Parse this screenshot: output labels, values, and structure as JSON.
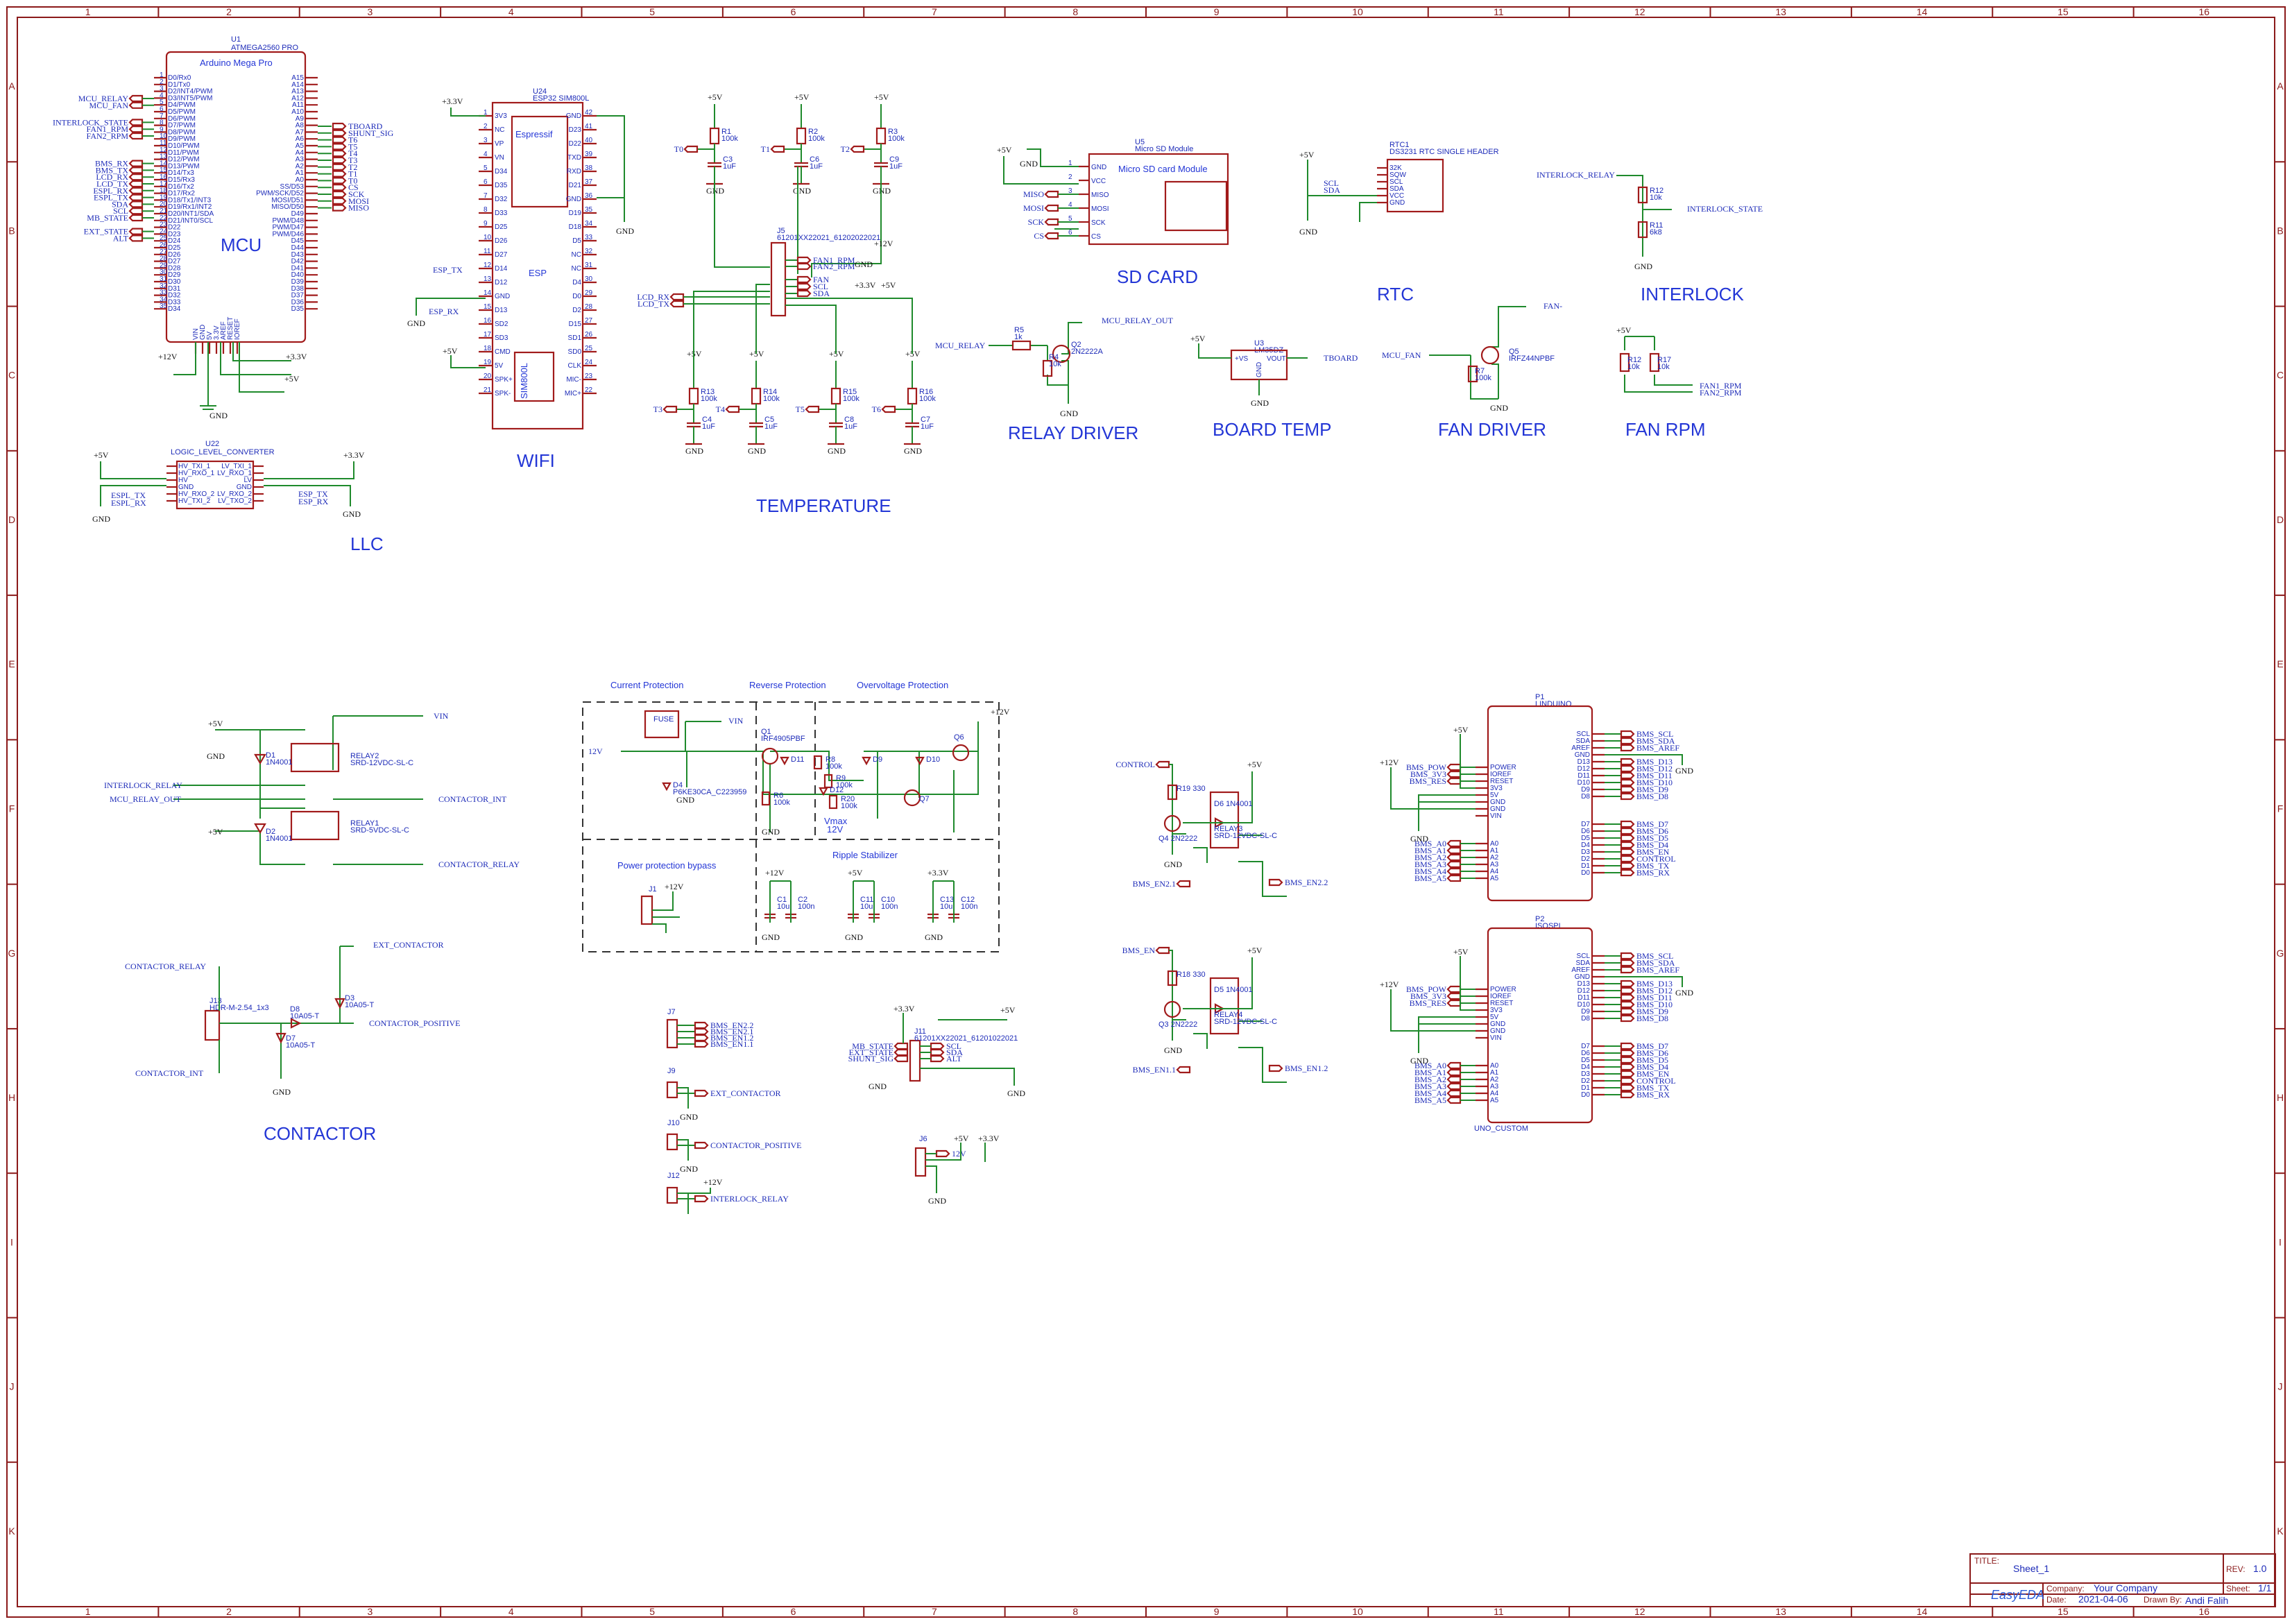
{
  "zones": {
    "columns": [
      "1",
      "2",
      "3",
      "4",
      "5",
      "6",
      "7",
      "8",
      "9",
      "10",
      "11",
      "12",
      "13",
      "14",
      "15",
      "16"
    ],
    "rows": [
      "A",
      "B",
      "C",
      "D",
      "E",
      "F",
      "G",
      "H",
      "I",
      "J",
      "K"
    ]
  },
  "blocks": {
    "mcu": {
      "title": "MCU",
      "designator": "U1",
      "part": "ATMEGA2560 PRO",
      "label": "Arduino Mega Pro",
      "left_nets": [
        "MCU_RELAY",
        "MCU_FAN",
        "INTERLOCK_STATE",
        "FAN1_RPM",
        "FAN2_RPM",
        "BMS_RX",
        "BMS_TX",
        "LCD_RX",
        "LCD_TX",
        "ESPL_RX",
        "ESPL_TX",
        "SDA",
        "SCL",
        "MB_STATE",
        "EXT_STATE",
        "ALT"
      ],
      "left_pins": [
        "D0/Rx0",
        "D1/Tx0",
        "D2/INT4/PWM",
        "D3/INT5/PWM",
        "D4/PWM",
        "D5/PWM",
        "D6/PWM",
        "D7/PWM",
        "D8/PWM",
        "D9/PWM",
        "D10/PWM",
        "D11/PWM",
        "D12/PWM",
        "D13/PWM",
        "D14/Tx3",
        "D15/Rx3",
        "D16/Tx2",
        "D17/Rx2",
        "D18/Tx1/INT3",
        "D19/Rx1/INT2",
        "D20/INT1/SDA",
        "D21/INT0/SCL",
        "D22",
        "D23",
        "D24",
        "D25",
        "D26",
        "D27",
        "D28",
        "D29",
        "D30",
        "D31",
        "D32",
        "D33",
        "D34"
      ],
      "right_pins": [
        "A15",
        "A14",
        "A13",
        "A12",
        "A11",
        "A10",
        "A9",
        "A8",
        "A7",
        "A6",
        "A5",
        "A4",
        "A3",
        "A2",
        "A1",
        "A0",
        "SS/D53",
        "PWM/SCK/D52",
        "MOSI/D51",
        "MISO/D50",
        "D49",
        "PWM/D48",
        "PWM/D47",
        "PWM/D46",
        "D45",
        "D44",
        "D43",
        "D42",
        "D41",
        "D40",
        "D39",
        "D38",
        "D37",
        "D36",
        "D35"
      ],
      "right_nets": [
        "TBOARD",
        "SHUNT_SIG",
        "T6",
        "T5",
        "T4",
        "T3",
        "T2",
        "T1",
        "T0",
        "CS",
        "SCK",
        "MOSI",
        "MISO"
      ],
      "bottom_pins": [
        "VIN",
        "GND",
        "5V",
        "3.3V",
        "AREF",
        "RESET",
        "IOREF"
      ],
      "power": [
        "+12V",
        "+3.3V",
        "+5V",
        "GND"
      ]
    },
    "wifi": {
      "title": "WIFI",
      "designator": "U24",
      "part": "ESP32 SIM800L",
      "labels": [
        "Espressif",
        "ESP",
        "SIM800L"
      ],
      "left_pins": [
        "3V3",
        "NC",
        "VP",
        "VN",
        "D34",
        "D35",
        "D32",
        "D33",
        "D25",
        "D26",
        "D27",
        "D14",
        "D12",
        "GND",
        "D13",
        "SD2",
        "SD3",
        "CMD",
        "5V",
        "SPK+",
        "SPK-"
      ],
      "right_pins": [
        "GND",
        "D23",
        "D22",
        "TXD",
        "RXD",
        "D21",
        "GND",
        "D19",
        "D18",
        "D5",
        "NC",
        "NC",
        "D4",
        "D0",
        "D2",
        "D15",
        "SD1",
        "SD0",
        "CLK",
        "MIC-",
        "MIC+"
      ],
      "nets": [
        "ESP_TX",
        "ESP_RX"
      ],
      "power": [
        "+3.3V",
        "+5V",
        "GND"
      ]
    },
    "llc": {
      "title": "LLC",
      "designator": "U22",
      "part": "LOGIC_LEVEL_CONVERTER",
      "left_pins": [
        "HV_TXI_1",
        "HV_RXO_1",
        "HV",
        "GND",
        "HV_RXO_2",
        "HV_TXI_2"
      ],
      "right_pins": [
        "LV_TXI_1",
        "LV_RXO_1",
        "LV",
        "GND",
        "LV_RXO_2",
        "LV_TXO_2"
      ],
      "nets": [
        "ESPL_TX",
        "ESPL_RX",
        "ESP_TX",
        "ESP_RX"
      ],
      "power": [
        "+5V",
        "+3.3V",
        "GND"
      ]
    },
    "temperature": {
      "title": "TEMPERATURE",
      "connector": "J5",
      "connector_part": "61201XX22021_61202022021",
      "sensors": [
        {
          "net": "T0",
          "r": "R1",
          "rv": "100k",
          "c": "C3",
          "cv": "1uF"
        },
        {
          "net": "T1",
          "r": "R2",
          "rv": "100k",
          "c": "C6",
          "cv": "1uF"
        },
        {
          "net": "T2",
          "r": "R3",
          "rv": "100k",
          "c": "C9",
          "cv": "1uF"
        },
        {
          "net": "T3",
          "r": "R13",
          "rv": "100k",
          "c": "C4",
          "cv": "1uF"
        },
        {
          "net": "T4",
          "r": "R14",
          "rv": "100k",
          "c": "C5",
          "cv": "1uF"
        },
        {
          "net": "T5",
          "r": "R15",
          "rv": "100k",
          "c": "C8",
          "cv": "1uF"
        },
        {
          "net": "T6",
          "r": "R16",
          "rv": "100k",
          "c": "C7",
          "cv": "1uF"
        }
      ],
      "nets": [
        "FAN1_RPM",
        "FAN2_RPM",
        "FAN",
        "SCL",
        "SDA",
        "LCD_RX",
        "LCD_TX"
      ],
      "power": [
        "+5V",
        "+12V",
        "+3.3V",
        "GND"
      ]
    },
    "sdcard": {
      "title": "SD CARD",
      "designator": "U5",
      "part": "Micro SD Module",
      "label": "Micro SD card Module",
      "pins": [
        "GND",
        "VCC",
        "MISO",
        "MOSI",
        "SCK",
        "CS"
      ],
      "nets": [
        "MISO",
        "MOSI",
        "SCK",
        "CS"
      ],
      "power": [
        "+5V",
        "GND"
      ]
    },
    "rtc": {
      "title": "RTC",
      "designator": "RTC1",
      "part": "DS3231 RTC SINGLE HEADER",
      "pins": [
        "32K",
        "SQW",
        "SCL",
        "SDA",
        "VCC",
        "GND"
      ],
      "nets": [
        "SCL",
        "SDA"
      ],
      "power": [
        "+5V",
        "GND"
      ]
    },
    "interlock": {
      "title": "INTERLOCK",
      "nets": [
        "INTERLOCK_RELAY",
        "INTERLOCK_STATE"
      ],
      "parts": [
        {
          "ref": "R12",
          "value": "10k"
        },
        {
          "ref": "R11",
          "value": "6k8"
        }
      ],
      "power": [
        "GND"
      ]
    },
    "relay_driver": {
      "title": "RELAY DRIVER",
      "parts": [
        {
          "ref": "R5",
          "value": "1k"
        },
        {
          "ref": "R4",
          "value": "10k"
        },
        {
          "ref": "Q2",
          "value": "2N2222A"
        }
      ],
      "nets": [
        "MCU_RELAY",
        "MCU_RELAY_OUT"
      ],
      "power": [
        "GND"
      ]
    },
    "board_temp": {
      "title": "BOARD TEMP",
      "designator": "U3",
      "part": "LM35DZ",
      "pins": [
        "+VS",
        "VOUT",
        "GND"
      ],
      "nets": [
        "TBOARD"
      ],
      "power": [
        "+5V",
        "GND"
      ]
    },
    "fan_driver": {
      "title": "FAN DRIVER",
      "parts": [
        {
          "ref": "Q5",
          "value": "IRFZ44NPBF"
        },
        {
          "ref": "R7",
          "value": "100k"
        }
      ],
      "nets": [
        "MCU_FAN",
        "FAN-"
      ],
      "power": [
        "GND"
      ]
    },
    "fan_rpm": {
      "title": "FAN RPM",
      "parts": [
        {
          "ref": "R12",
          "value": "10k"
        },
        {
          "ref": "R17",
          "value": "10k"
        }
      ],
      "nets": [
        "FAN1_RPM",
        "FAN2_RPM"
      ],
      "power": [
        "+5V"
      ]
    },
    "protection": {
      "sections": [
        "Current Protection",
        "Reverse Protection",
        "Overvoltage Protection",
        "Power protection bypass",
        "Ripple Stabilizer"
      ],
      "fuse": "FUSE",
      "vmax": "Vmax",
      "vmax_value": "12V",
      "parts": [
        {
          "ref": "D4",
          "value": "P6KE30CA_C223959"
        },
        {
          "ref": "Q1",
          "value": "IRF4905PBF"
        },
        {
          "ref": "D11",
          "value": ""
        },
        {
          "ref": "R8",
          "value": "100k"
        },
        {
          "ref": "R6",
          "value": "100k"
        },
        {
          "ref": "R9",
          "value": "100k"
        },
        {
          "ref": "R20",
          "value": "100k"
        },
        {
          "ref": "D9",
          "value": ""
        },
        {
          "ref": "D12",
          "value": ""
        },
        {
          "ref": "D10",
          "value": ""
        },
        {
          "ref": "Q6",
          "value": ""
        },
        {
          "ref": "Q7",
          "value": ""
        },
        {
          "ref": "C1",
          "value": "10u"
        },
        {
          "ref": "C2",
          "value": "100n"
        },
        {
          "ref": "C11",
          "value": "10u"
        },
        {
          "ref": "C10",
          "value": "100n"
        },
        {
          "ref": "C13",
          "value": "10u"
        },
        {
          "ref": "C12",
          "value": "100n"
        },
        {
          "ref": "J1",
          "value": ""
        }
      ],
      "nets": [
        "12V",
        "VIN"
      ],
      "power": [
        "+12V",
        "+5V",
        "+3.3V",
        "GND"
      ]
    },
    "contactor": {
      "title": "CONTACTOR",
      "relays": [
        {
          "ref": "RELAY2",
          "value": "SRD-12VDC-SL-C"
        },
        {
          "ref": "RELAY1",
          "value": "SRD-5VDC-SL-C"
        }
      ],
      "diodes": [
        {
          "ref": "D1",
          "value": "1N4001"
        },
        {
          "ref": "D2",
          "value": "1N4001"
        }
      ],
      "connector": {
        "ref": "J13",
        "value": "HDR-M-2.54_1x3"
      },
      "tvs": [
        {
          "ref": "D8",
          "value": "10A05-T"
        },
        {
          "ref": "D3",
          "value": "10A05-T"
        },
        {
          "ref": "D7",
          "value": "10A05-T"
        }
      ],
      "nets": [
        "VIN",
        "INTERLOCK_RELAY",
        "MCU_RELAY_OUT",
        "CONTACTOR_INT",
        "CONTACTOR_RELAY",
        "EXT_CONTACTOR",
        "CONTACTOR_POSITIVE"
      ],
      "power": [
        "+5V",
        "GND"
      ]
    },
    "connectors": [
      {
        "ref": "J7",
        "nets": [
          "BMS_EN2.2",
          "BMS_EN2.1",
          "BMS_EN1.2",
          "BMS_EN1.1"
        ]
      },
      {
        "ref": "J9",
        "nets": [
          "EXT_CONTACTOR"
        ]
      },
      {
        "ref": "J10",
        "nets": [
          "CONTACTOR_POSITIVE"
        ]
      },
      {
        "ref": "J12",
        "nets": [
          "INTERLOCK_RELAY"
        ]
      },
      {
        "ref": "J11",
        "part": "61201XX22021_61201022021",
        "nets": [
          "MB_STATE",
          "EXT_STATE",
          "SHUNT_SIG",
          "SCL",
          "SDA",
          "ALT"
        ]
      },
      {
        "ref": "J6",
        "nets": [
          "12V"
        ]
      }
    ],
    "bms_relays": [
      {
        "ref": "RELAY3",
        "value": "SRD-12VDC-SL-C",
        "diode": "D6 1N4001",
        "q": "Q4 2N2222",
        "r": "R19 330",
        "input": "CONTROL",
        "outs": [
          "BMS_EN2.1",
          "BMS_EN2.2"
        ]
      },
      {
        "ref": "RELAY4",
        "value": "SRD-12VDC-SL-C",
        "diode": "D5 1N4001",
        "q": "Q3 2N2222",
        "r": "R18 330",
        "input": "BMS_EN",
        "outs": [
          "BMS_EN1.1",
          "BMS_EN1.2"
        ]
      }
    ],
    "arduino_headers": [
      {
        "ref": "P1",
        "part": "LINDUINO",
        "left_nets": [
          "BMS_POW",
          "BMS_3V3",
          "BMS_RES",
          "BMS_A0",
          "BMS_A1",
          "BMS_A2",
          "BMS_A3",
          "BMS_A4",
          "BMS_A5"
        ],
        "left_pins": [
          "POWER",
          "IOREF",
          "RESET",
          "3V3",
          "5V",
          "GND",
          "GND",
          "VIN",
          "A0",
          "A1",
          "A2",
          "A3",
          "A4",
          "A5"
        ],
        "right_pins": [
          "SCL",
          "SDA",
          "AREF",
          "GND",
          "D13",
          "D12",
          "D11",
          "D10",
          "D9",
          "D8",
          "D7",
          "D6",
          "D5",
          "D4",
          "D3",
          "D2",
          "D1",
          "D0"
        ],
        "right_nets": [
          "BMS_SCL",
          "BMS_SDA",
          "BMS_AREF",
          "BMS_D13",
          "BMS_D12",
          "BMS_D11",
          "BMS_D10",
          "BMS_D9",
          "BMS_D8",
          "BMS_D7",
          "BMS_D6",
          "BMS_D5",
          "BMS_D4",
          "BMS_EN",
          "CONTROL",
          "BMS_TX",
          "BMS_RX"
        ]
      },
      {
        "ref": "P2",
        "part": "ISOSPI",
        "footer": "UNO_CUSTOM",
        "left_nets": [
          "BMS_POW",
          "BMS_3V3",
          "BMS_RES",
          "BMS_A0",
          "BMS_A1",
          "BMS_A2",
          "BMS_A3",
          "BMS_A4",
          "BMS_A5"
        ],
        "left_pins": [
          "POWER",
          "IOREF",
          "RESET",
          "3V3",
          "5V",
          "GND",
          "GND",
          "VIN",
          "A0",
          "A1",
          "A2",
          "A3",
          "A4",
          "A5"
        ],
        "right_pins": [
          "SCL",
          "SDA",
          "AREF",
          "GND",
          "D13",
          "D12",
          "D11",
          "D10",
          "D9",
          "D8",
          "D7",
          "D6",
          "D5",
          "D4",
          "D3",
          "D2",
          "D1",
          "D0"
        ],
        "right_nets": [
          "BMS_SCL",
          "BMS_SDA",
          "BMS_AREF",
          "BMS_D13",
          "BMS_D12",
          "BMS_D11",
          "BMS_D10",
          "BMS_D9",
          "BMS_D8",
          "BMS_D7",
          "BMS_D6",
          "BMS_D5",
          "BMS_D4",
          "BMS_EN",
          "CONTROL",
          "BMS_TX",
          "BMS_RX"
        ]
      }
    ]
  },
  "title_block": {
    "title_label": "TITLE:",
    "title": "Sheet_1",
    "rev_label": "REV:",
    "rev": "1.0",
    "company_label": "Company:",
    "company": "Your Company",
    "sheet_label": "Sheet:",
    "sheet": "1/1",
    "date_label": "Date:",
    "date": "2021-04-06",
    "drawn_label": "Drawn By:",
    "drawn": "Andi Falih",
    "logo": "EasyEDA"
  },
  "colors": {
    "component": "#a11b1b",
    "wire": "#1f8a2c",
    "net_label": "#1d2bb8",
    "frame": "#8b1a1a"
  }
}
